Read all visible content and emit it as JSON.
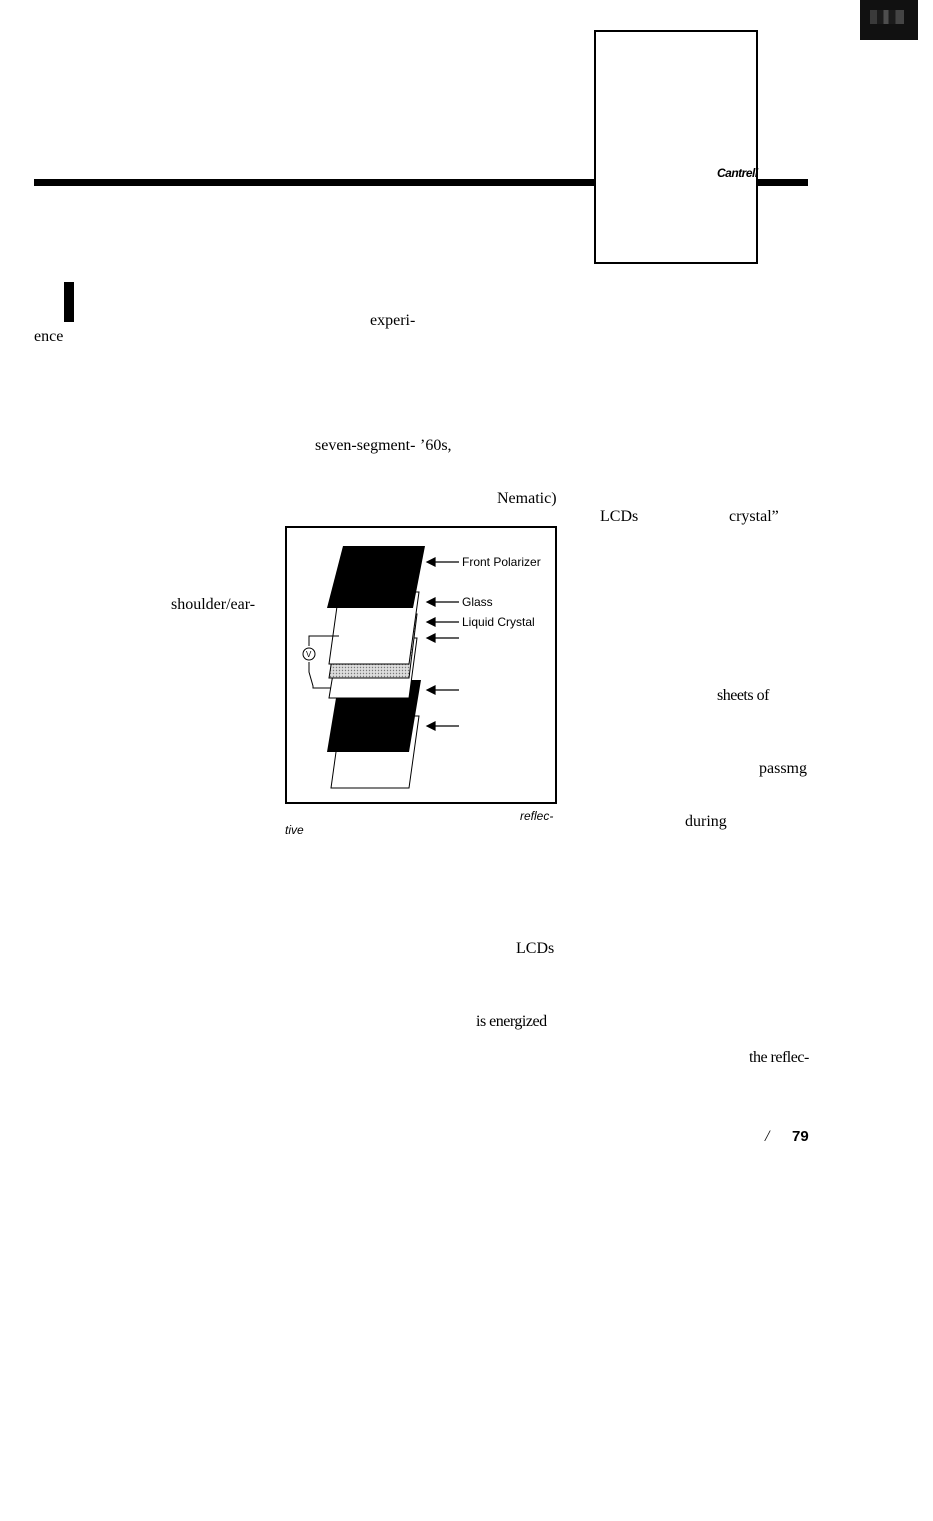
{
  "header": {
    "author": "Cantrell"
  },
  "body_fragments": {
    "experi": "experi-",
    "ence": "ence",
    "seven_segment": "seven-segment-",
    "sixties": "’60s,",
    "nematic": "Nematic)",
    "lcds_1": "LCDs",
    "crystal": "crystal”",
    "shoulder_ear": "shoulder/ear-",
    "sheets_of": "sheets of",
    "passing": "passmg",
    "during": "during",
    "lcds_2": "LCDs",
    "is_energized": "is energized",
    "the_reflec": "the reflec-"
  },
  "figure": {
    "labels": {
      "front_polarizer": "Front Polarizer",
      "glass": "Glass",
      "liquid_crystal": "Liquid Crystal"
    },
    "voltage_symbol": "V",
    "caption_reflec": "reflec-",
    "caption_tive": "tive"
  },
  "footer": {
    "page_mark": "/",
    "page_number": "79"
  }
}
